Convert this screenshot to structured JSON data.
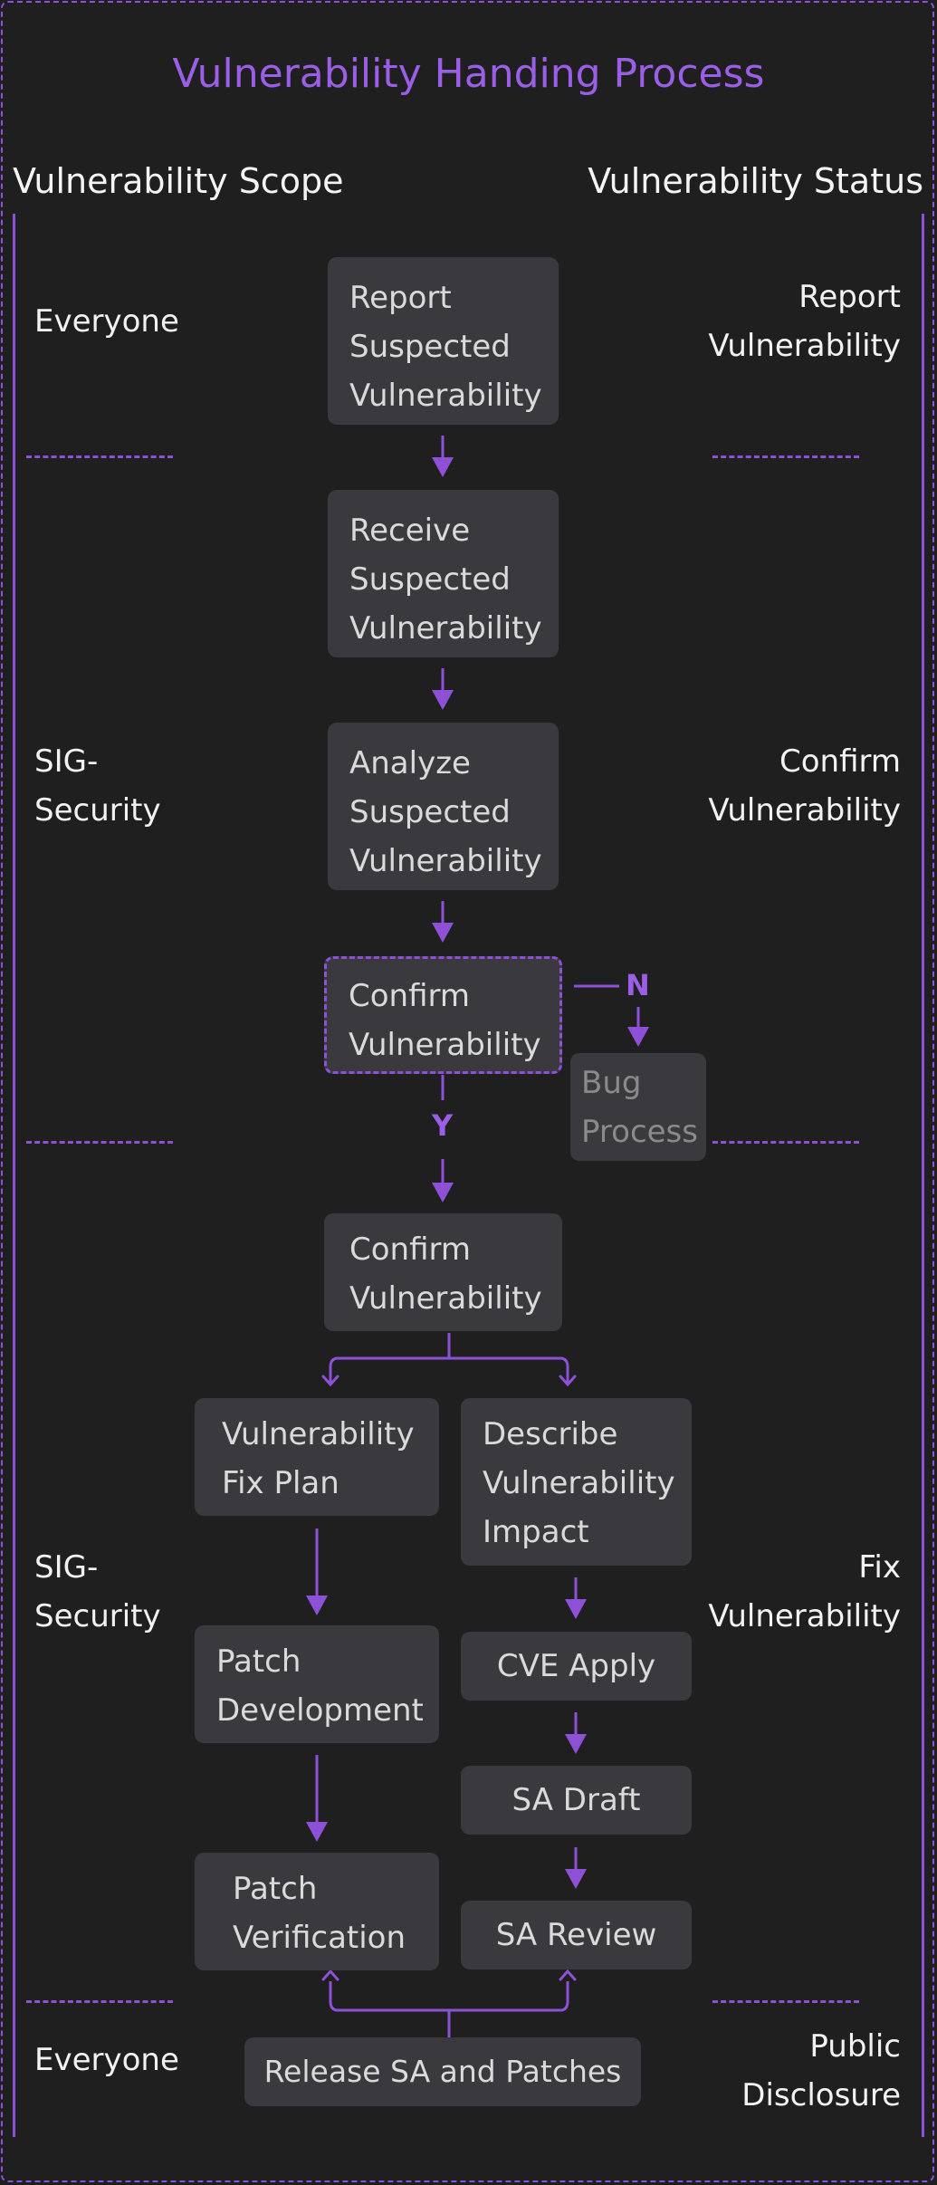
{
  "title": "Vulnerability Handing Process",
  "headers": {
    "scope": "Vulnerability Scope",
    "status": "Vulnerability Status"
  },
  "scope_labels": [
    "Everyone",
    "SIG-\nSecurity",
    "SIG-\nSecurity",
    "Everyone"
  ],
  "status_labels": [
    "Report\nVulnerability",
    "Confirm\nVulnerability",
    "Fix\nVulnerability",
    "Public\nDisclosure"
  ],
  "steps": {
    "report": "Report\nSuspected\nVulnerability",
    "receive": "Receive\nSuspected\nVulnerability",
    "analyze": "Analyze\nSuspected\nVulnerability",
    "confirm_decision": "Confirm\nVulnerability",
    "bug_process": "Bug\nProcess",
    "confirm": "Confirm\nVulnerability",
    "fix_plan": "Vulnerability\nFix Plan",
    "describe_impact": "Describe\nVulnerability\nImpact",
    "patch_development": "Patch\nDevelopment",
    "cve_apply": "CVE Apply",
    "sa_draft": "SA Draft",
    "patch_verification": "Patch\nVerification",
    "sa_review": "SA Review",
    "release": "Release SA and Patches"
  },
  "branch_labels": {
    "no": "N",
    "yes": "Y"
  },
  "colors": {
    "accent": "#8f50d8",
    "title": "#9b5ee6",
    "background": "#1f1f1f",
    "box": "#3a393e"
  }
}
